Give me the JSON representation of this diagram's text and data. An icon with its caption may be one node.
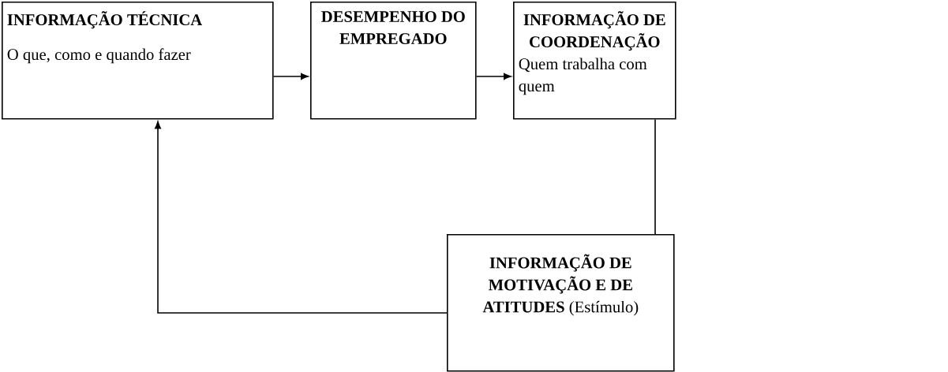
{
  "diagram": {
    "nodes": [
      {
        "text": [
          "INFORMAÇÃO TÉCNICA",
          "O que, como e quando fazer"
        ]
      },
      {
        "text": [
          "DESEMPENHO DO EMPREGADO"
        ]
      },
      {
        "text": [
          "INFORMAÇÃO DE COORDENAÇÃO",
          "Quem trabalha com quem"
        ]
      },
      {
        "text": [
          "**INFORMAÇÃO DE MOTIVAÇÃO E DE ATITUDES** (Estímulo)"
        ]
      }
    ],
    "edges": [
      {
        "from": 0,
        "to": 1,
        "arrow": "to"
      },
      {
        "from": 1,
        "to": 2,
        "arrow": "to"
      },
      {
        "from": 2,
        "to": 3,
        "arrow": "none"
      },
      {
        "from": 3,
        "to": 0,
        "arrow": "to"
      }
    ]
  }
}
